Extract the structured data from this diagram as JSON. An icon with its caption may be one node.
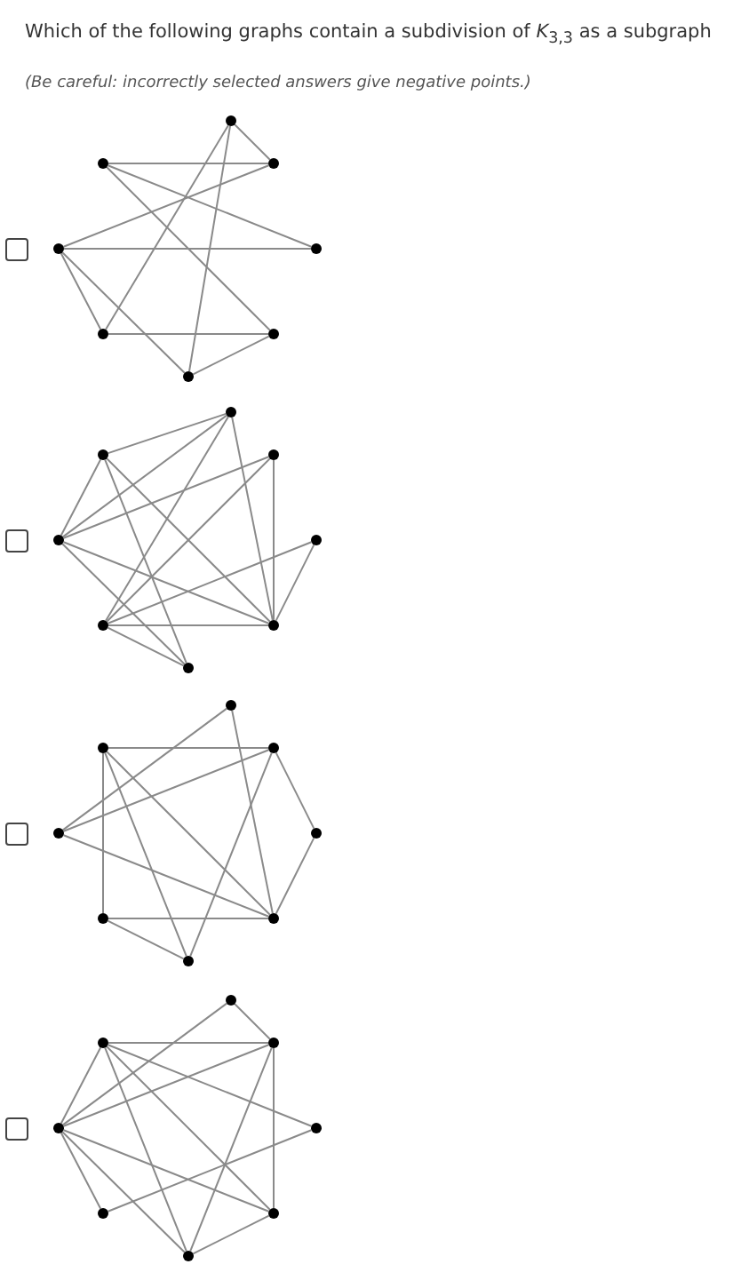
{
  "diagram": {
    "title": "Which of the following graphs contain a subdivision of *K*$_{3,3}$ as a subgraph",
    "nodes": [
      {
        "text": [],
        "shape": "circle"
      },
      {
        "text": [],
        "shape": "circle"
      },
      {
        "text": [],
        "shape": "circle"
      },
      {
        "text": [],
        "shape": "circle"
      },
      {
        "text": [],
        "shape": "circle"
      },
      {
        "text": [],
        "shape": "circle"
      },
      {
        "text": [],
        "shape": "circle"
      },
      {
        "text": [],
        "shape": "circle"
      },
      {
        "text": [],
        "shape": "circle"
      },
      {
        "text": [],
        "shape": "circle"
      },
      {
        "text": [],
        "shape": "circle"
      },
      {
        "text": [],
        "shape": "circle"
      },
      {
        "text": [],
        "shape": "circle"
      },
      {
        "text": [],
        "shape": "circle"
      },
      {
        "text": [],
        "shape": "circle"
      },
      {
        "text": [],
        "shape": "circle"
      },
      {
        "text": [],
        "shape": "circle"
      },
      {
        "text": [],
        "shape": "circle"
      },
      {
        "text": [],
        "shape": "circle"
      },
      {
        "text": [],
        "shape": "circle"
      },
      {
        "text": [],
        "shape": "circle"
      },
      {
        "text": [],
        "shape": "circle"
      },
      {
        "text": [],
        "shape": "circle"
      },
      {
        "text": [],
        "shape": "circle"
      },
      {
        "text": [],
        "shape": "circle"
      },
      {
        "text": [],
        "shape": "circle"
      },
      {
        "text": [],
        "shape": "circle"
      },
      {
        "text": [],
        "shape": "circle"
      },
      {
        "text": [],
        "shape": "circle"
      },
      {
        "text": [],
        "shape": "circle"
      },
      {
        "text": [],
        "shape": "circle"
      },
      {
        "text": [],
        "shape": "circle"
      }
    ],
    "edges": [
      {
        "from": 0,
        "to": 2,
        "arrow": "none"
      },
      {
        "from": 1,
        "to": 2,
        "arrow": "none"
      },
      {
        "from": 1,
        "to": 4,
        "arrow": "none"
      },
      {
        "from": 1,
        "to": 6,
        "arrow": "none"
      },
      {
        "from": 2,
        "to": 3,
        "arrow": "none"
      },
      {
        "from": 0,
        "to": 5,
        "arrow": "none"
      },
      {
        "from": 0,
        "to": 7,
        "arrow": "none"
      },
      {
        "from": 3,
        "to": 4,
        "arrow": "none"
      },
      {
        "from": 3,
        "to": 5,
        "arrow": "none"
      },
      {
        "from": 3,
        "to": 7,
        "arrow": "none"
      },
      {
        "from": 5,
        "to": 6,
        "arrow": "none"
      },
      {
        "from": 6,
        "to": 7,
        "arrow": "none"
      },
      {
        "from": 8,
        "to": 9,
        "arrow": "none"
      },
      {
        "from": 8,
        "to": 11,
        "arrow": "none"
      },
      {
        "from": 8,
        "to": 13,
        "arrow": "none"
      },
      {
        "from": 8,
        "to": 14,
        "arrow": "none"
      },
      {
        "from": 9,
        "to": 11,
        "arrow": "none"
      },
      {
        "from": 9,
        "to": 14,
        "arrow": "none"
      },
      {
        "from": 9,
        "to": 15,
        "arrow": "none"
      },
      {
        "from": 10,
        "to": 11,
        "arrow": "none"
      },
      {
        "from": 10,
        "to": 14,
        "arrow": "none"
      },
      {
        "from": 10,
        "to": 13,
        "arrow": "none"
      },
      {
        "from": 11,
        "to": 14,
        "arrow": "none"
      },
      {
        "from": 11,
        "to": 15,
        "arrow": "none"
      },
      {
        "from": 12,
        "to": 13,
        "arrow": "none"
      },
      {
        "from": 12,
        "to": 14,
        "arrow": "none"
      },
      {
        "from": 13,
        "to": 14,
        "arrow": "none"
      },
      {
        "from": 13,
        "to": 15,
        "arrow": "none"
      },
      {
        "from": 16,
        "to": 19,
        "arrow": "none"
      },
      {
        "from": 16,
        "to": 22,
        "arrow": "none"
      },
      {
        "from": 17,
        "to": 18,
        "arrow": "none"
      },
      {
        "from": 17,
        "to": 21,
        "arrow": "none"
      },
      {
        "from": 17,
        "to": 22,
        "arrow": "none"
      },
      {
        "from": 17,
        "to": 23,
        "arrow": "none"
      },
      {
        "from": 18,
        "to": 19,
        "arrow": "none"
      },
      {
        "from": 18,
        "to": 20,
        "arrow": "none"
      },
      {
        "from": 18,
        "to": 23,
        "arrow": "none"
      },
      {
        "from": 19,
        "to": 22,
        "arrow": "none"
      },
      {
        "from": 20,
        "to": 22,
        "arrow": "none"
      },
      {
        "from": 21,
        "to": 22,
        "arrow": "none"
      },
      {
        "from": 21,
        "to": 23,
        "arrow": "none"
      },
      {
        "from": 24,
        "to": 26,
        "arrow": "none"
      },
      {
        "from": 24,
        "to": 27,
        "arrow": "none"
      },
      {
        "from": 25,
        "to": 26,
        "arrow": "none"
      },
      {
        "from": 25,
        "to": 27,
        "arrow": "none"
      },
      {
        "from": 25,
        "to": 28,
        "arrow": "none"
      },
      {
        "from": 25,
        "to": 30,
        "arrow": "none"
      },
      {
        "from": 25,
        "to": 31,
        "arrow": "none"
      },
      {
        "from": 26,
        "to": 27,
        "arrow": "none"
      },
      {
        "from": 26,
        "to": 30,
        "arrow": "none"
      },
      {
        "from": 26,
        "to": 31,
        "arrow": "none"
      },
      {
        "from": 27,
        "to": 29,
        "arrow": "none"
      },
      {
        "from": 27,
        "to": 31,
        "arrow": "none"
      },
      {
        "from": 27,
        "to": 30,
        "arrow": "none"
      },
      {
        "from": 29,
        "to": 28,
        "arrow": "none"
      },
      {
        "from": 30,
        "to": 31,
        "arrow": "none"
      }
    ],
    "labels": [
      "(Be careful: incorrectly selected answers give negative points.)"
    ]
  }
}
